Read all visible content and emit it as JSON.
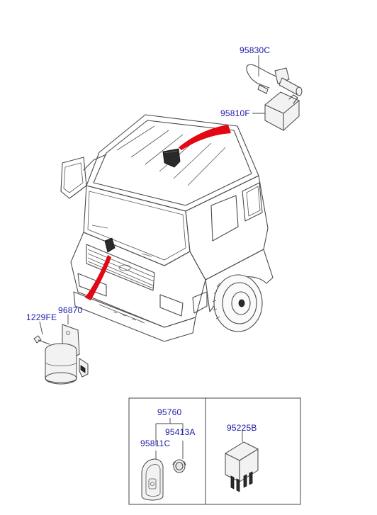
{
  "diagram": {
    "labels": {
      "p95830C": "95830C",
      "p95810F": "95810F",
      "p96870": "96870",
      "p1229FE": "1229FE",
      "p95760": "95760",
      "p95413A": "95413A",
      "p95811C": "95811C",
      "p95225B": "95225B"
    },
    "colors": {
      "label_text": "#1a1aa8",
      "pointer_arrows": "#e30613",
      "line_art": "#4a4a4a"
    }
  }
}
